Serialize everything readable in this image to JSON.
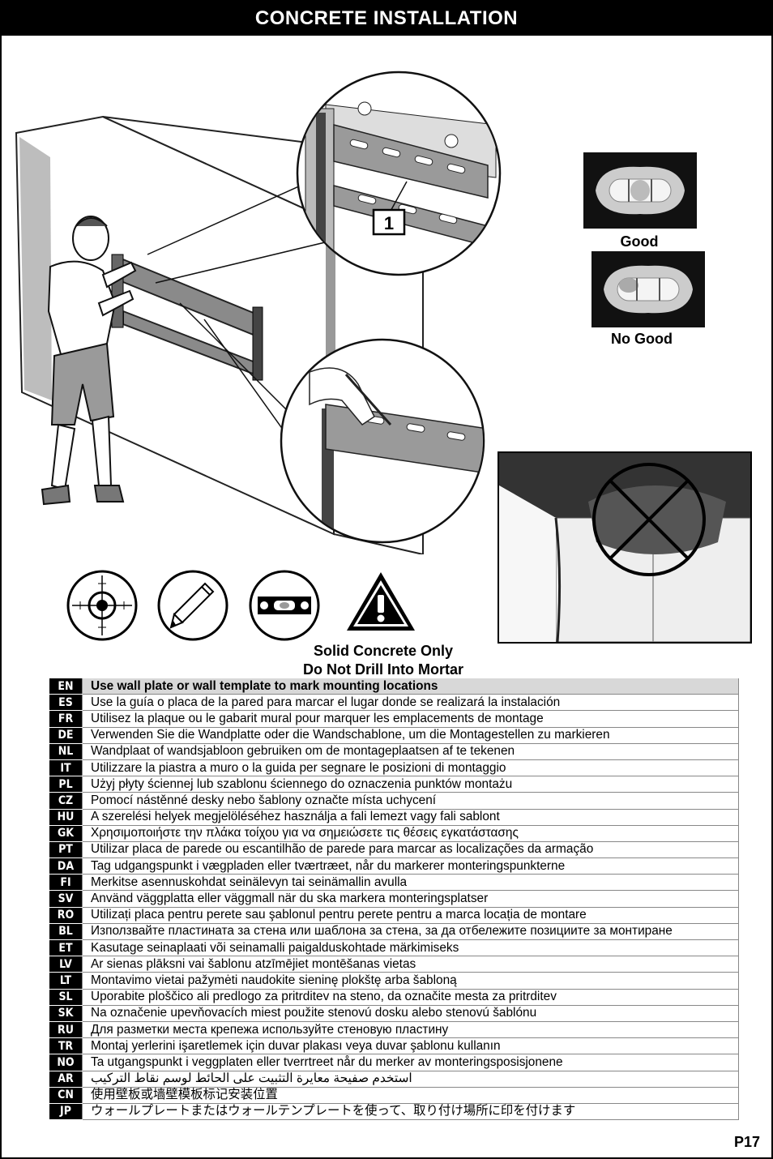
{
  "header": {
    "title": "CONCRETE INSTALLATION"
  },
  "callout_number": "1",
  "level_check": {
    "good_label": "Good",
    "no_good_label": "No Good"
  },
  "icons": [
    "crosshair-drill-icon",
    "pencil-icon",
    "spirit-level-icon",
    "warning-triangle-icon"
  ],
  "warning": {
    "line1": "Solid Concrete Only",
    "line2": "Do Not Drill Into Mortar"
  },
  "instructions": [
    {
      "code": "EN",
      "text": "Use wall plate or wall template to mark mounting locations"
    },
    {
      "code": "ES",
      "text": "Use la guía o placa de la pared para marcar el lugar donde se realizará la instalación"
    },
    {
      "code": "FR",
      "text": "Utilisez la plaque ou le gabarit mural pour marquer les emplacements de montage"
    },
    {
      "code": "DE",
      "text": "Verwenden Sie die Wandplatte oder die Wandschablone, um die Montagestellen zu markieren"
    },
    {
      "code": "NL",
      "text": "Wandplaat of wandsjabloon gebruiken om de montageplaatsen af te tekenen"
    },
    {
      "code": "IT",
      "text": "Utilizzare la piastra a muro o la guida per segnare le posizioni di montaggio"
    },
    {
      "code": "PL",
      "text": "Użyj płyty ściennej lub szablonu ściennego do oznaczenia punktów montażu"
    },
    {
      "code": "CZ",
      "text": "Pomocí nástěnné desky nebo šablony označte místa uchycení"
    },
    {
      "code": "HU",
      "text": "A szerelési helyek megjelöléséhez használja a fali lemezt vagy fali sablont"
    },
    {
      "code": "GK",
      "text": "Χρησιμοποιήστε την πλάκα τοίχου για να σημειώσετε τις θέσεις εγκατάστασης"
    },
    {
      "code": "PT",
      "text": "Utilizar placa de parede ou escantilhão de parede para marcar as localizações da armação"
    },
    {
      "code": "DA",
      "text": "Tag udgangspunkt i vægpladen eller tværtræet, når du markerer monteringspunkterne"
    },
    {
      "code": "FI",
      "text": "Merkitse asennuskohdat seinälevyn tai seinämallin avulla"
    },
    {
      "code": "SV",
      "text": "Använd väggplatta eller väggmall när du ska markera monteringsplatser"
    },
    {
      "code": "RO",
      "text": "Utilizați placa pentru perete sau şablonul pentru perete pentru a marca locația de montare"
    },
    {
      "code": "BL",
      "text": "Използвайте пластината за стена или шаблона за стена, за да отбележите позициите за монтиране"
    },
    {
      "code": "ET",
      "text": "Kasutage seinaplaati või seinamalli paigalduskohtade märkimiseks"
    },
    {
      "code": "LV",
      "text": "Ar sienas plāksni vai šablonu atzīmējiet montēšanas vietas"
    },
    {
      "code": "LT",
      "text": "Montavimo vietai pažymėti naudokite sieninę plokštę arba šabloną"
    },
    {
      "code": "SL",
      "text": "Uporabite ploščico ali predlogo za pritrditev na steno, da označite mesta za pritrditev"
    },
    {
      "code": "SK",
      "text": "Na označenie upevňovacích miest použite stenovú dosku alebo stenovú šablónu"
    },
    {
      "code": "RU",
      "text": "Для разметки места крепежа используйте стеновую пластину"
    },
    {
      "code": "TR",
      "text": "Montaj yerlerini işaretlemek için duvar plakası veya duvar şablonu kullanın"
    },
    {
      "code": "NO",
      "text": "Ta utgangspunkt i veggplaten eller tverrtreet når du merker av monteringsposisjonene"
    },
    {
      "code": "AR",
      "text": "استخدم صفيحة معايرة التثبيت على الحائط لوسم نقاط التركيب"
    },
    {
      "code": "CN",
      "text": "使用壁板或墙壁模板标记安装位置"
    },
    {
      "code": "JP",
      "text": "ウォールプレートまたはウォールテンプレートを使って、取り付け場所に印を付けます"
    }
  ],
  "page_number": "P17"
}
